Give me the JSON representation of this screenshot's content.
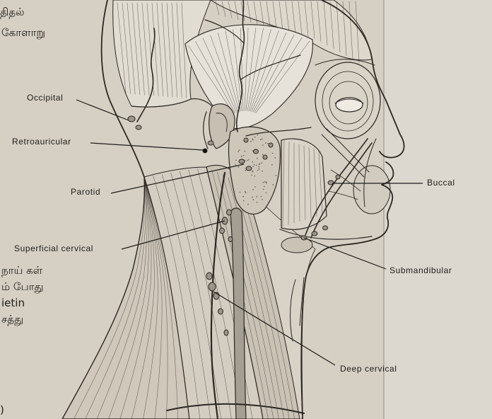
{
  "page_fragments": {
    "top_lines": [
      "திதல்",
      "கோளாறு"
    ],
    "middle_lines": [
      "நாய் கள்",
      "ம் போது",
      "ietin",
      "சத்து"
    ],
    "bottom_mark": ")"
  },
  "diagram": {
    "labels": {
      "occipital": "Occipital",
      "retroauricular": "Retroauricular",
      "parotid": "Parotid",
      "superficial_cervical": "Superficial cervical",
      "buccal": "Buccal",
      "submandibular": "Submandibular",
      "deep_cervical": "Deep cervical"
    }
  },
  "colors": {
    "paper": "#d6d0c4",
    "paper_right_panel": "#dcd8cf",
    "ink": "#2b2723",
    "node_fill": "#9b958a"
  }
}
